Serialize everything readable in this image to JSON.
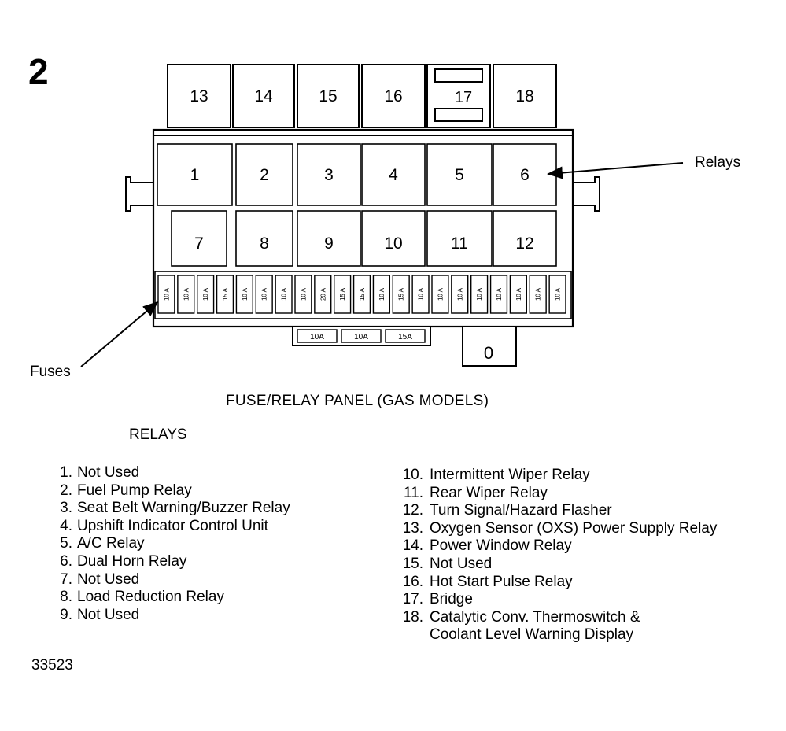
{
  "figure_number": "2",
  "callouts": {
    "relays": "Relays",
    "fuses": "Fuses"
  },
  "panel": {
    "top_relays": [
      "13",
      "14",
      "15",
      "16",
      "17",
      "18"
    ],
    "row1_relays": [
      "1",
      "2",
      "3",
      "4",
      "5",
      "6"
    ],
    "row2_relays": [
      "7",
      "8",
      "9",
      "10",
      "11",
      "12"
    ],
    "fuse_ratings": [
      "10 A",
      "10 A",
      "10 A",
      "15 A",
      "10 A",
      "10 A",
      "10 A",
      "10 A",
      "20 A",
      "15 A",
      "15 A",
      "10 A",
      "15 A",
      "10 A",
      "10 A",
      "10 A",
      "10 A",
      "10 A",
      "10 A",
      "10 A",
      "10 A"
    ],
    "lower_fuses": [
      "10A",
      "10A",
      "15A"
    ],
    "connector_label": "0"
  },
  "caption": "FUSE/RELAY PANEL (GAS MODELS)",
  "section_title": "RELAYS",
  "relay_list_left": [
    {
      "num": "1.",
      "text": "Not Used"
    },
    {
      "num": "2.",
      "text": "Fuel Pump Relay"
    },
    {
      "num": "3.",
      "text": "Seat Belt Warning/Buzzer Relay"
    },
    {
      "num": "4.",
      "text": "Upshift Indicator Control Unit"
    },
    {
      "num": "5.",
      "text": "A/C Relay"
    },
    {
      "num": "6.",
      "text": "Dual Horn Relay"
    },
    {
      "num": "7.",
      "text": "Not Used"
    },
    {
      "num": "8.",
      "text": "Load Reduction Relay"
    },
    {
      "num": "9.",
      "text": "Not Used"
    }
  ],
  "relay_list_right": [
    {
      "num": "10.",
      "text": "Intermittent Wiper Relay"
    },
    {
      "num": "11.",
      "text": "Rear Wiper Relay"
    },
    {
      "num": "12.",
      "text": "Turn Signal/Hazard Flasher"
    },
    {
      "num": "13.",
      "text": "Oxygen Sensor (OXS) Power Supply Relay"
    },
    {
      "num": "14.",
      "text": "Power Window Relay"
    },
    {
      "num": "15.",
      "text": "Not Used"
    },
    {
      "num": "16.",
      "text": "Hot Start Pulse Relay"
    },
    {
      "num": "17.",
      "text": "Bridge"
    },
    {
      "num": "18.",
      "text": "Catalytic Conv. Thermoswitch &",
      "text2": "Coolant Level Warning Display"
    }
  ],
  "figure_id": "33523"
}
